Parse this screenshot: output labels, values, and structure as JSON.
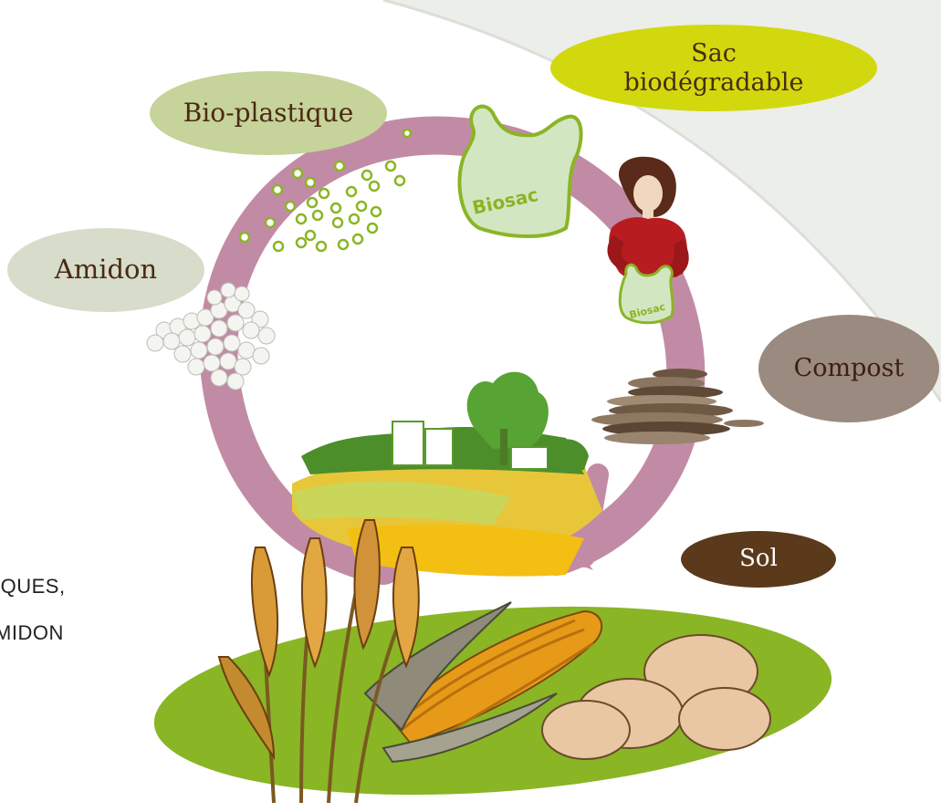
{
  "labels": {
    "sac": "Sac\nbiodégradable",
    "bioplastique": "Bio-plastique",
    "amidon": "Amidon",
    "compost": "Compost",
    "sol": "Sol"
  },
  "bag_text_large": "Biosac",
  "bag_text_small": "Biosac",
  "side_text": {
    "line1": "IQUES,",
    "line2": "MIDON"
  },
  "colors": {
    "cycle_arrow": "#c28ba5",
    "sac_bubble": "#d2d80e",
    "bioplastique_bubble": "#c6d39a",
    "amidon_bubble": "#d7dccb",
    "compost_bubble": "#9b8a7f",
    "sol_bubble": "#5a3a1a",
    "field_green": "#8ab525",
    "label_text": "#4a2a12"
  }
}
